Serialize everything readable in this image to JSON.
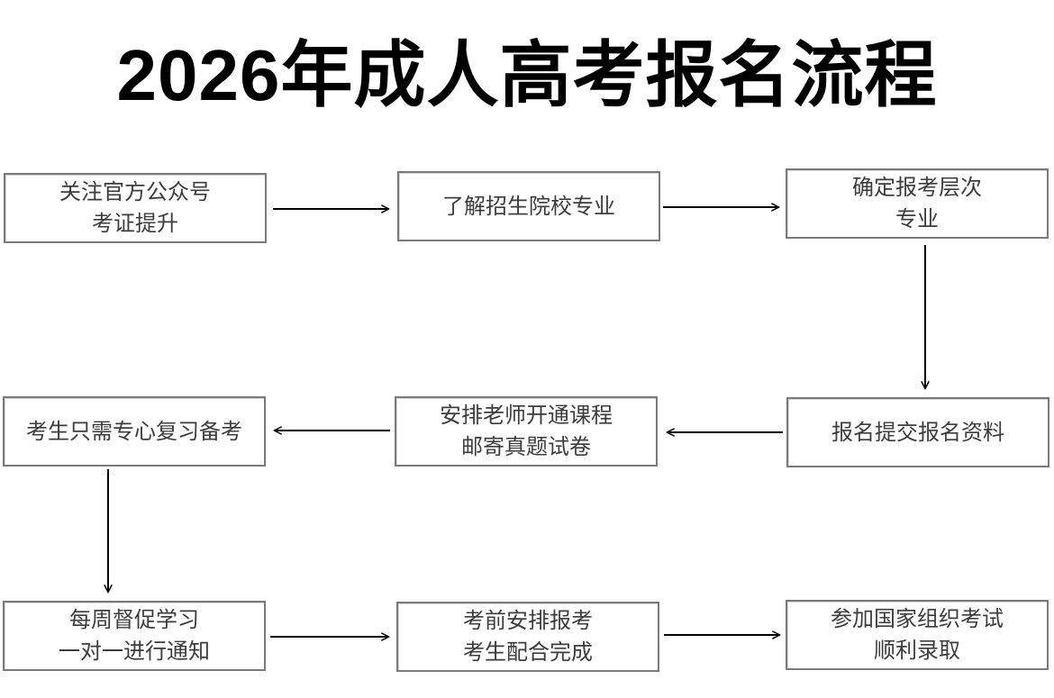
{
  "title": "2026年成人高考报名流程",
  "flow": {
    "nodes": [
      {
        "id": 1,
        "lines": [
          "关注官方公众号",
          "考证提升"
        ]
      },
      {
        "id": 2,
        "lines": [
          "了解招生院校专业"
        ]
      },
      {
        "id": 3,
        "lines": [
          "确定报考层次",
          "专业"
        ]
      },
      {
        "id": 4,
        "lines": [
          "报名提交报名资料"
        ]
      },
      {
        "id": 5,
        "lines": [
          "安排老师开通课程",
          "邮寄真题试卷"
        ]
      },
      {
        "id": 6,
        "lines": [
          "考生只需专心复习备考"
        ]
      },
      {
        "id": 7,
        "lines": [
          "每周督促学习",
          "一对一进行通知"
        ]
      },
      {
        "id": 8,
        "lines": [
          "考前安排报考",
          "考生配合完成"
        ]
      },
      {
        "id": 9,
        "lines": [
          "参加国家组织考试",
          "顺利录取"
        ]
      }
    ],
    "edges": [
      {
        "from": 1,
        "to": 2,
        "direction": "right"
      },
      {
        "from": 2,
        "to": 3,
        "direction": "right"
      },
      {
        "from": 3,
        "to": 4,
        "direction": "down"
      },
      {
        "from": 4,
        "to": 5,
        "direction": "left"
      },
      {
        "from": 5,
        "to": 6,
        "direction": "left"
      },
      {
        "from": 6,
        "to": 7,
        "direction": "down"
      },
      {
        "from": 7,
        "to": 8,
        "direction": "right"
      },
      {
        "from": 8,
        "to": 9,
        "direction": "right"
      }
    ]
  },
  "colors": {
    "background": "#ffffff",
    "title_text": "#000000",
    "box_border": "#7a7a7a",
    "box_text": "#3c3c3c",
    "arrow": "#000000"
  }
}
